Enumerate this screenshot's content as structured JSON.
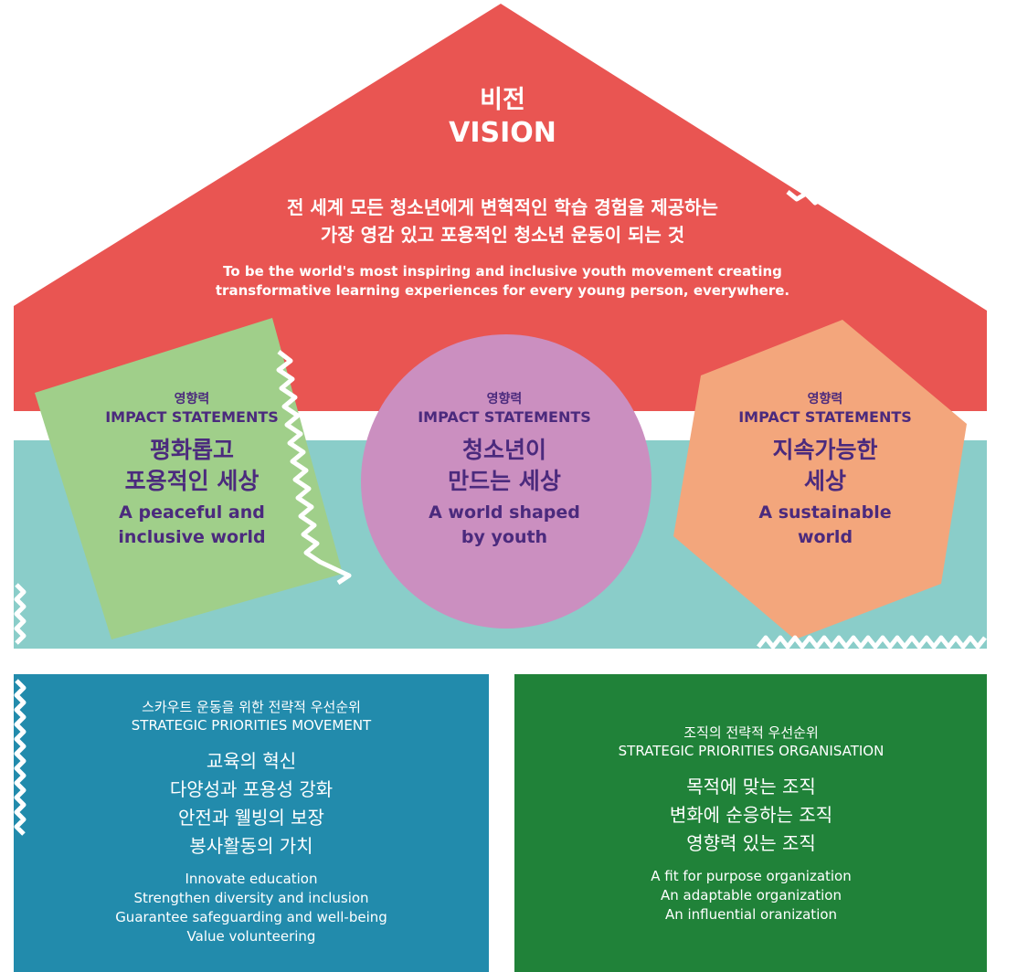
{
  "colors": {
    "vision_red": "#e95552",
    "teal_band": "#8acdc9",
    "impact_green": "#a0cf8a",
    "impact_purple": "#cb8fc0",
    "impact_orange": "#f3a67c",
    "impact_text": "#4b2a7d",
    "movement_blue": "#228bac",
    "organisation_green": "#208239"
  },
  "vision": {
    "title_ko": "비전",
    "title_en": "VISION",
    "statement_ko": [
      "전 세계 모든 청소년에게 변혁적인 학습 경험을 제공하는",
      "가장 영감 있고 포용적인 청소년 운동이 되는 것"
    ],
    "statement_en": [
      "To be the world's most inspiring and inclusive youth movement creating",
      "transformative learning experiences for every young person, everywhere."
    ]
  },
  "impact_statements": [
    {
      "label_ko": "영향력",
      "label_en": "IMPACT STATEMENTS",
      "title_ko": [
        "평화롭고",
        "포용적인 세상"
      ],
      "title_en": [
        "A peaceful and",
        "inclusive world"
      ]
    },
    {
      "label_ko": "영향력",
      "label_en": "IMPACT STATEMENTS",
      "title_ko": [
        "청소년이",
        "만드는 세상"
      ],
      "title_en": [
        "A world shaped",
        "by youth"
      ]
    },
    {
      "label_ko": "영향력",
      "label_en": "IMPACT STATEMENTS",
      "title_ko": [
        "지속가능한",
        "세상"
      ],
      "title_en": [
        "A sustainable",
        "world"
      ]
    }
  ],
  "priorities": {
    "movement": {
      "label_ko": "스카우트 운동을 위한 전략적 우선순위",
      "label_en": "STRATEGIC PRIORITIES MOVEMENT",
      "items_ko": [
        "교육의 혁신",
        "다양성과 포용성 강화",
        "안전과 웰빙의 보장",
        "봉사활동의 가치"
      ],
      "items_en": [
        "Innovate education",
        "Strengthen diversity and inclusion",
        "Guarantee safeguarding and well-being",
        "Value volunteering"
      ]
    },
    "organisation": {
      "label_ko": "조직의 전략적 우선순위",
      "label_en": "STRATEGIC PRIORITIES ORGANISATION",
      "items_ko": [
        "목적에 맞는 조직",
        "변화에 순응하는 조직",
        "영향력 있는 조직"
      ],
      "items_en": [
        "A fit for purpose organization",
        "An adaptable organization",
        "An influential oranization"
      ]
    }
  }
}
